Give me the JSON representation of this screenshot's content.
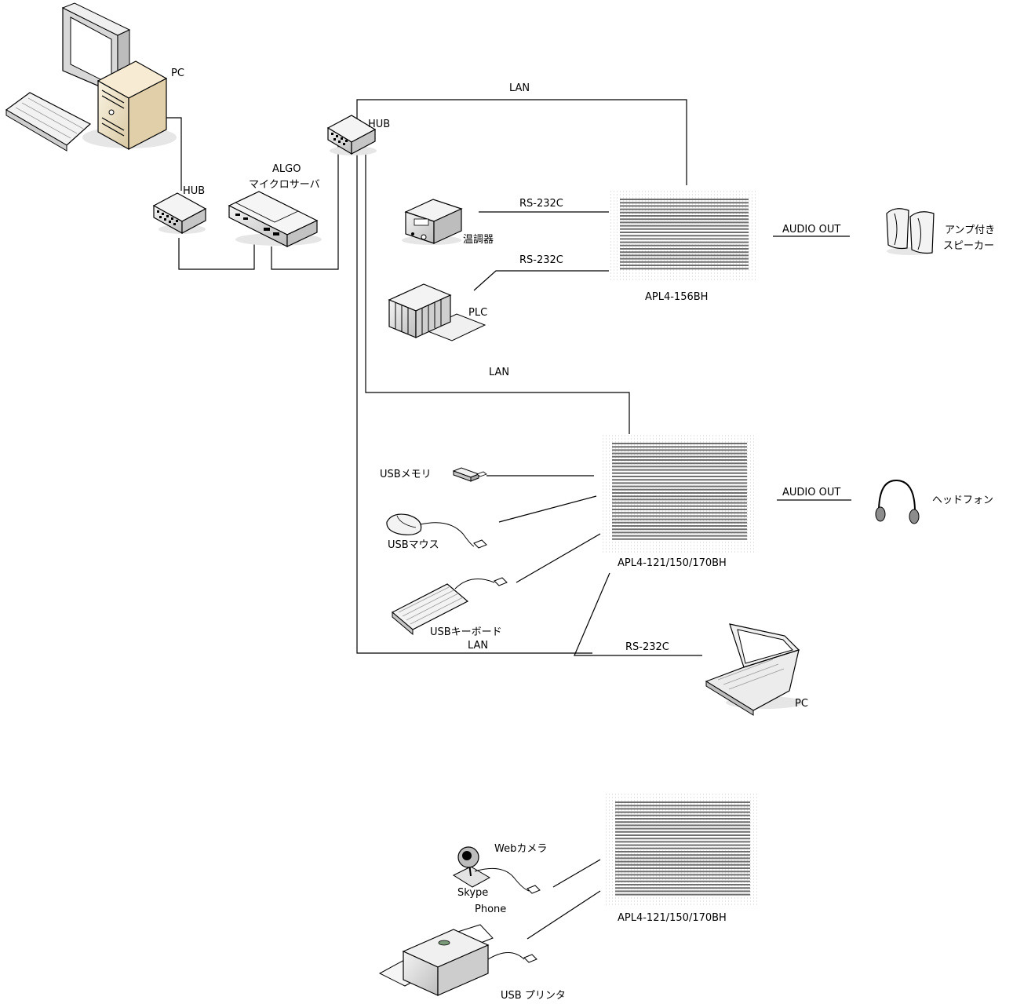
{
  "labels": {
    "pc_top": "PC",
    "hub_left": "HUB",
    "hub_top": "HUB",
    "algo_line1": "ALGO",
    "algo_line2": "マイクロサーバ",
    "lan_1": "LAN",
    "lan_2": "LAN",
    "lan_3": "LAN",
    "rs232c_1": "RS-232C",
    "rs232c_2": "RS-232C",
    "rs232c_3": "RS-232C",
    "temp_controller": "温調器",
    "plc": "PLC",
    "panel_1": "APL4-156BH",
    "panel_2": "APL4-121/150/170BH",
    "panel_3": "APL4-121/150/170BH",
    "audio_out_1": "AUDIO OUT",
    "audio_out_2": "AUDIO OUT",
    "speaker_line1": "アンプ付き",
    "speaker_line2": "スピーカー",
    "headphone": "ヘッドフォン",
    "usb_memory": "USBメモリ",
    "usb_mouse": "USBマウス",
    "usb_keyboard": "USBキーボード",
    "pc_laptop": "PC",
    "webcam": "Webカメラ",
    "skype_line1": "Skype",
    "skype_line2": "Phone",
    "usb_printer": "USB プリンタ"
  },
  "icons": {
    "desktop_pc": "desktop-computer-icon",
    "hub": "network-hub-icon",
    "server": "micro-server-icon",
    "temp_controller": "temperature-controller-icon",
    "plc": "plc-icon",
    "panel": "panel-computer-icon",
    "speaker": "speaker-icon",
    "headphone": "headphone-icon",
    "usb_memory": "usb-memory-icon",
    "mouse": "mouse-icon",
    "keyboard": "keyboard-icon",
    "laptop": "laptop-icon",
    "webcam": "webcam-icon",
    "printer": "printer-icon"
  }
}
